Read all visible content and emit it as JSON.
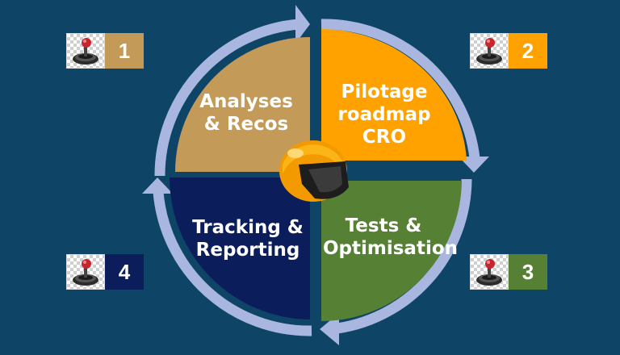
{
  "quadrants": {
    "top_left": {
      "label": "Analyses\n& Recos",
      "color": "#c39a58"
    },
    "top_right": {
      "label": "Pilotage\nroadmap\nCRO",
      "color": "#ffa200"
    },
    "bottom_right": {
      "label": "Tests &\nOptimisation",
      "color": "#568134"
    },
    "bottom_left": {
      "label": "Tracking &\nReporting",
      "color": "#0b1e5b"
    }
  },
  "steps": [
    {
      "number": "1",
      "color": "#c39a58",
      "icon": "joystick-icon"
    },
    {
      "number": "2",
      "color": "#ffa200",
      "icon": "joystick-icon"
    },
    {
      "number": "3",
      "color": "#568134",
      "icon": "joystick-icon"
    },
    {
      "number": "4",
      "color": "#0b1e5b",
      "icon": "joystick-icon"
    }
  ],
  "ring_color": "#a9b7e0",
  "center_icon": "helmet-icon"
}
